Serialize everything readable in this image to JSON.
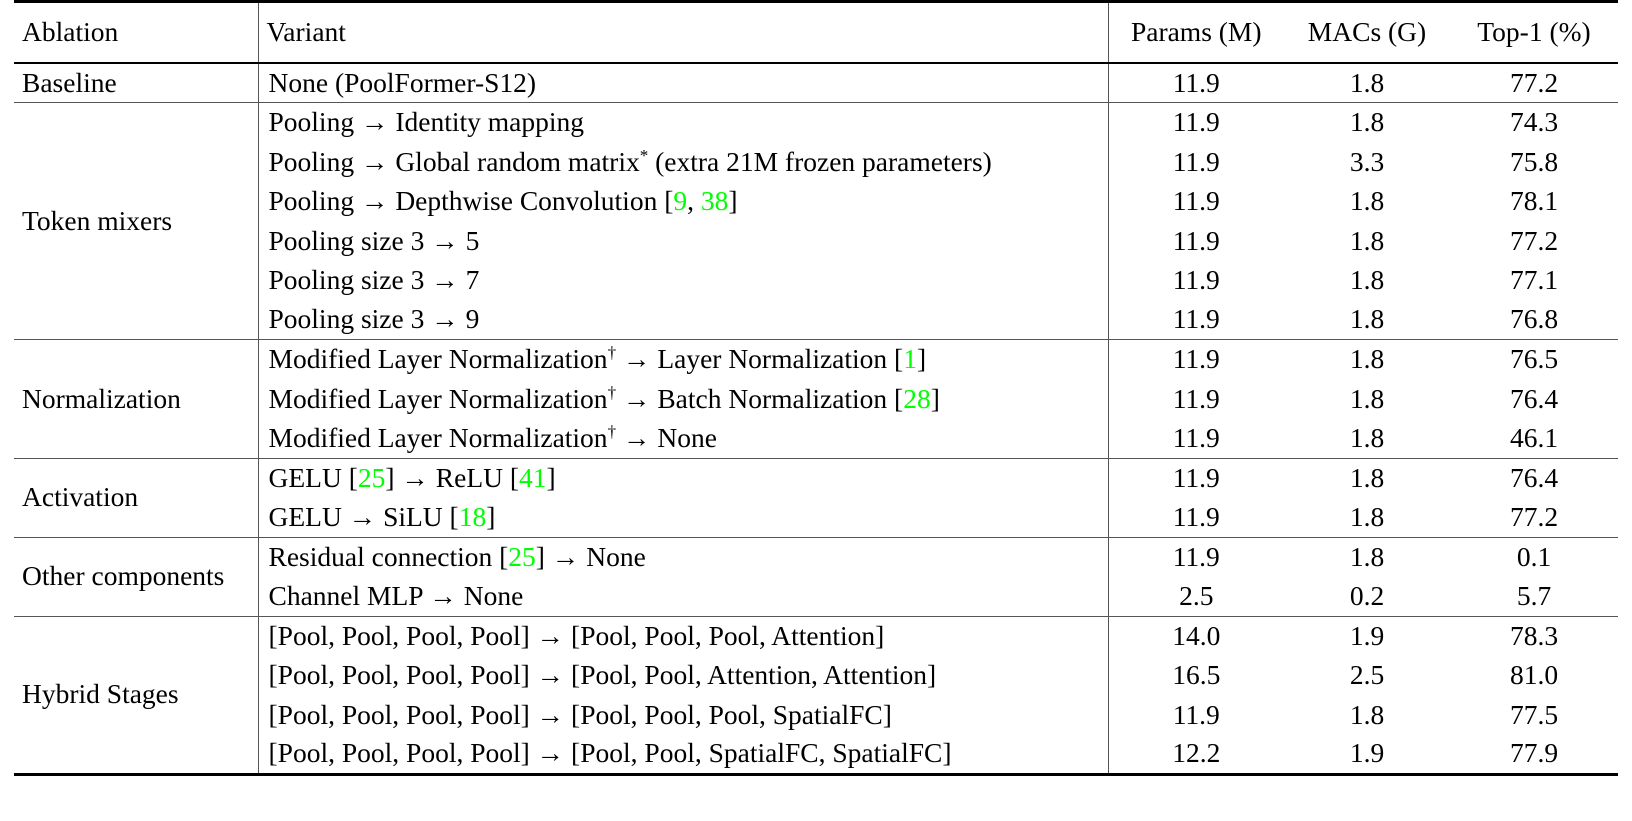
{
  "table": {
    "columns": [
      {
        "key": "ablation",
        "label": "Ablation",
        "align": "left"
      },
      {
        "key": "variant",
        "label": "Variant",
        "align": "left"
      },
      {
        "key": "params",
        "label": "Params (M)",
        "align": "center"
      },
      {
        "key": "macs",
        "label": "MACs (G)",
        "align": "center"
      },
      {
        "key": "top1",
        "label": "Top-1 (%)",
        "align": "center"
      }
    ],
    "citation_color": "#00ff00",
    "rule_color": "#000000",
    "sections": [
      {
        "ablation": "Baseline",
        "rows": [
          {
            "variant": "None (PoolFormer-S12)",
            "params": "11.9",
            "macs": "1.8",
            "top1": "77.2"
          }
        ]
      },
      {
        "ablation": "Token mixers",
        "rows": [
          {
            "variant": "Pooling → Identity mapping",
            "params": "11.9",
            "macs": "1.8",
            "top1": "74.3"
          },
          {
            "variant": "Pooling → Global random matrix* (extra 21M frozen parameters)",
            "params": "11.9",
            "macs": "3.3",
            "top1": "75.8"
          },
          {
            "variant": "Pooling → Depthwise Convolution [9, 38]",
            "params": "11.9",
            "macs": "1.8",
            "top1": "78.1"
          },
          {
            "variant": "Pooling size 3 → 5",
            "params": "11.9",
            "macs": "1.8",
            "top1": "77.2"
          },
          {
            "variant": "Pooling size 3 → 7",
            "params": "11.9",
            "macs": "1.8",
            "top1": "77.1"
          },
          {
            "variant": "Pooling size 3 → 9",
            "params": "11.9",
            "macs": "1.8",
            "top1": "76.8"
          }
        ]
      },
      {
        "ablation": "Normalization",
        "rows": [
          {
            "variant": "Modified Layer Normalization† → Layer Normalization [1]",
            "params": "11.9",
            "macs": "1.8",
            "top1": "76.5"
          },
          {
            "variant": "Modified Layer Normalization† → Batch Normalization [28]",
            "params": "11.9",
            "macs": "1.8",
            "top1": "76.4"
          },
          {
            "variant": "Modified Layer Normalization† → None",
            "params": "11.9",
            "macs": "1.8",
            "top1": "46.1"
          }
        ]
      },
      {
        "ablation": "Activation",
        "rows": [
          {
            "variant": "GELU [25] → ReLU [41]",
            "params": "11.9",
            "macs": "1.8",
            "top1": "76.4"
          },
          {
            "variant": "GELU → SiLU [18]",
            "params": "11.9",
            "macs": "1.8",
            "top1": "77.2"
          }
        ]
      },
      {
        "ablation": "Other components",
        "rows": [
          {
            "variant": "Residual connection [25] → None",
            "params": "11.9",
            "macs": "1.8",
            "top1": "0.1"
          },
          {
            "variant": "Channel MLP → None",
            "params": "2.5",
            "macs": "0.2",
            "top1": "5.7"
          }
        ]
      },
      {
        "ablation": "Hybrid Stages",
        "rows": [
          {
            "variant": "[Pool, Pool, Pool, Pool] → [Pool, Pool, Pool, Attention]",
            "params": "14.0",
            "macs": "1.9",
            "top1": "78.3"
          },
          {
            "variant": "[Pool, Pool, Pool, Pool] → [Pool, Pool, Attention, Attention]",
            "params": "16.5",
            "macs": "2.5",
            "top1": "81.0"
          },
          {
            "variant": "[Pool, Pool, Pool, Pool] → [Pool, Pool, Pool, SpatialFC]",
            "params": "11.9",
            "macs": "1.8",
            "top1": "77.5"
          },
          {
            "variant": "[Pool, Pool, Pool, Pool] → [Pool, Pool, SpatialFC, SpatialFC]",
            "params": "12.2",
            "macs": "1.9",
            "top1": "77.9"
          }
        ]
      }
    ]
  }
}
